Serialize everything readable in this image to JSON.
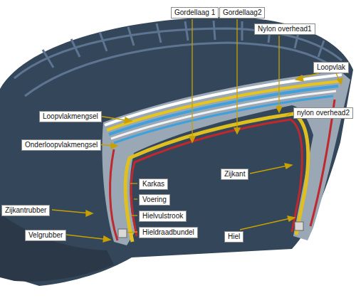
{
  "diagram": {
    "nodes": [
      {
        "text": [
          "Gordellaag 1"
        ]
      },
      {
        "text": [
          "Gordellaag2"
        ]
      },
      {
        "text": [
          "Nylon overhead1"
        ]
      },
      {
        "text": [
          "Loopvlak"
        ]
      },
      {
        "text": [
          "nylon overhead2"
        ]
      },
      {
        "text": [
          "Loopvlakmengsel"
        ]
      },
      {
        "text": [
          "Onderloopvlakmengsel"
        ]
      },
      {
        "text": [
          "Zijkant"
        ]
      },
      {
        "text": [
          "Karkas"
        ]
      },
      {
        "text": [
          "Voering"
        ]
      },
      {
        "text": [
          "Zijkantrubber"
        ]
      },
      {
        "text": [
          "Hielvulstrook"
        ]
      },
      {
        "text": [
          "Hieldraadbundel"
        ]
      },
      {
        "text": [
          "Velgrubber"
        ]
      },
      {
        "text": [
          "Hiel"
        ]
      }
    ]
  }
}
